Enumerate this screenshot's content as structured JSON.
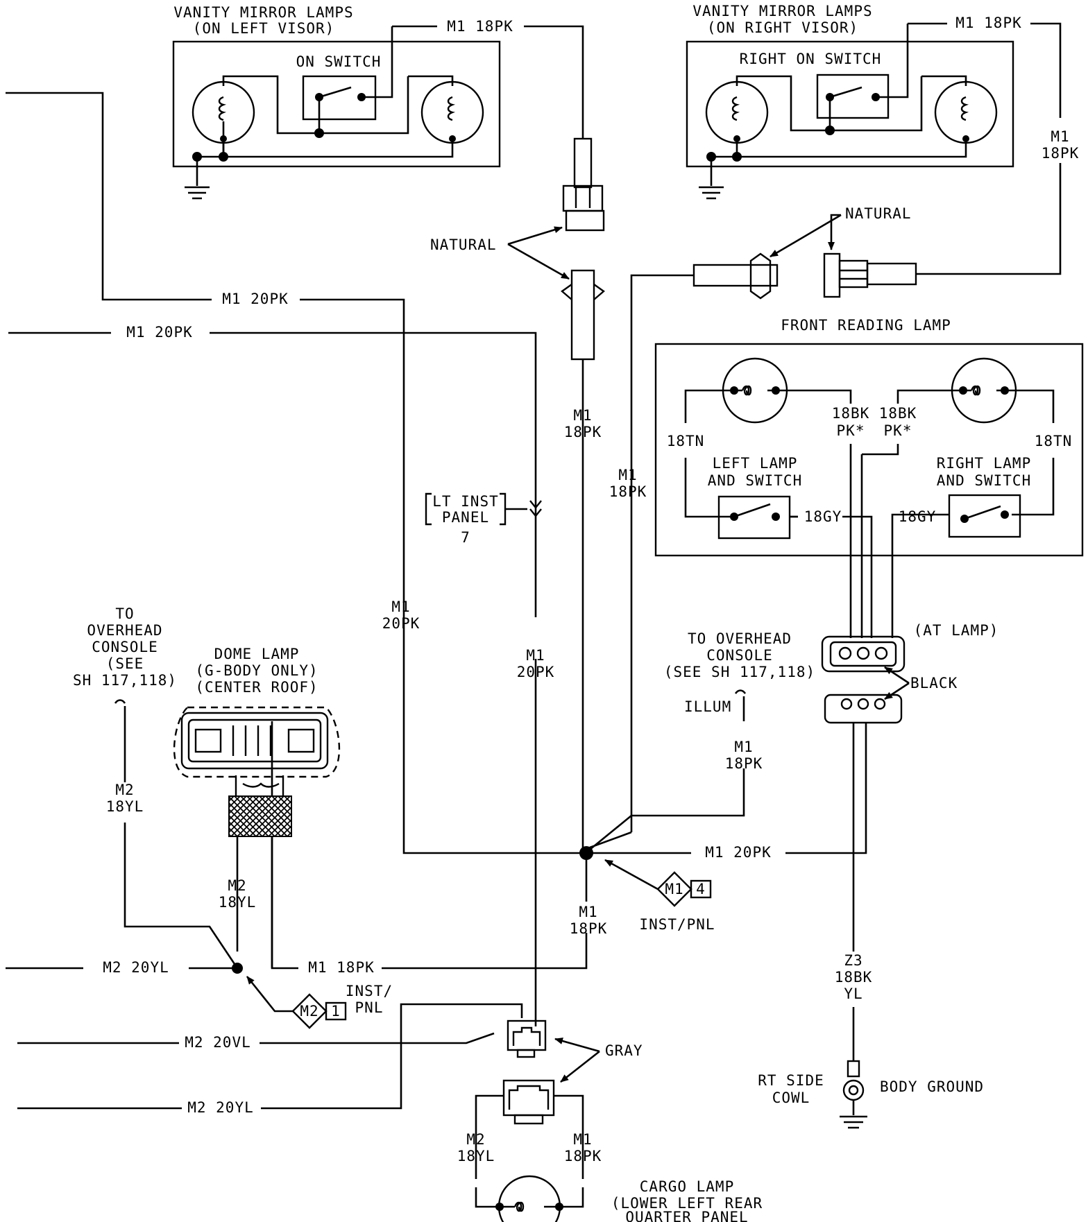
{
  "left_visor": {
    "title": "VANITY MIRROR LAMPS",
    "subtitle": "(ON LEFT VISOR)",
    "switch_label": "ON SWITCH",
    "feed_wire": "M1 18PK"
  },
  "right_visor": {
    "title": "VANITY MIRROR LAMPS",
    "subtitle": "(ON RIGHT VISOR)",
    "switch_label": "RIGHT ON SWITCH",
    "feed_wire": "M1 18PK",
    "riser_circuit": "M1",
    "riser_wire": "18PK"
  },
  "connectors": {
    "natural_label_left": "NATURAL",
    "natural_label_right": "NATURAL",
    "black_label": "BLACK",
    "at_lamp_label": "(AT LAMP)",
    "gray_label": "GRAY"
  },
  "front_reading_lamp": {
    "title": "FRONT READING LAMP",
    "left_group": "LEFT LAMP",
    "left_group_2": "AND SWITCH",
    "right_group": "RIGHT LAMP",
    "right_group_2": "AND SWITCH",
    "wire_tn_left": "18TN",
    "wire_tn_right": "18TN",
    "wire_bk1": "18BK",
    "wire_bk1_2": "PK*",
    "wire_bk2": "18BK",
    "wire_bk2_2": "PK*",
    "wire_gy_left": "18GY",
    "wire_gy_right": "18GY"
  },
  "wires": {
    "m1_20pk_top": "M1 20PK",
    "m1_20pk_second": "M1 20PK",
    "m1_20pk_splice": "M1 20PK",
    "m1_18pk_lower": "M1 18PK",
    "m2_20yl_1": "M2 20YL",
    "m2_20vl": "M2 20VL",
    "m2_20yl_2": "M2 20YL",
    "v_m1": "M1",
    "v_20pk": "20PK",
    "v2_m1": "M1",
    "v2_20pk": "20PK",
    "v_center_m1": "M1",
    "v_center_18pk": "18PK",
    "v_right_m1": "M1",
    "v_right_18pk": "18PK",
    "v_illum_m1": "M1",
    "v_illum_18pk": "18PK",
    "v_splice_m1": "M1",
    "v_splice_18pk": "18PK",
    "left_m2": "M2",
    "left_18yl": "18YL",
    "dome_m2": "M2",
    "dome_18yl": "18YL",
    "ground_z3": "Z3",
    "ground_18bk": "18BK",
    "ground_yl": "YL"
  },
  "inst_panel_ref": {
    "line1": "LT INST",
    "line2": "PANEL",
    "page": "7"
  },
  "to_overhead_left": {
    "l1": "TO",
    "l2": "OVERHEAD",
    "l3": "CONSOLE",
    "l4": "(SEE",
    "l5": "SH 117,118)"
  },
  "to_overhead_right": {
    "l1": "TO OVERHEAD",
    "l2": "CONSOLE",
    "l3": "(SEE SH 117,118)",
    "illum": "ILLUM"
  },
  "dome_lamp": {
    "l1": "DOME LAMP",
    "l2": "(G-BODY ONLY)",
    "l3": "(CENTER ROOF)"
  },
  "splices": {
    "m1_id": "M1",
    "m1_num": "4",
    "m1_loc": "INST/PNL",
    "m2_id": "M2",
    "m2_num": "1",
    "m2_loc_1": "INST/",
    "m2_loc_2": "PNL"
  },
  "cargo_lamp": {
    "left_m2": "M2",
    "left_18yl": "18YL",
    "right_m1": "M1",
    "right_18pk": "18PK",
    "l1": "CARGO LAMP",
    "l2": "(LOWER LEFT REAR",
    "l3": "QUARTER PANEL"
  },
  "ground": {
    "rt_side": "RT SIDE",
    "cowl": "COWL",
    "body_ground": "BODY GROUND"
  }
}
